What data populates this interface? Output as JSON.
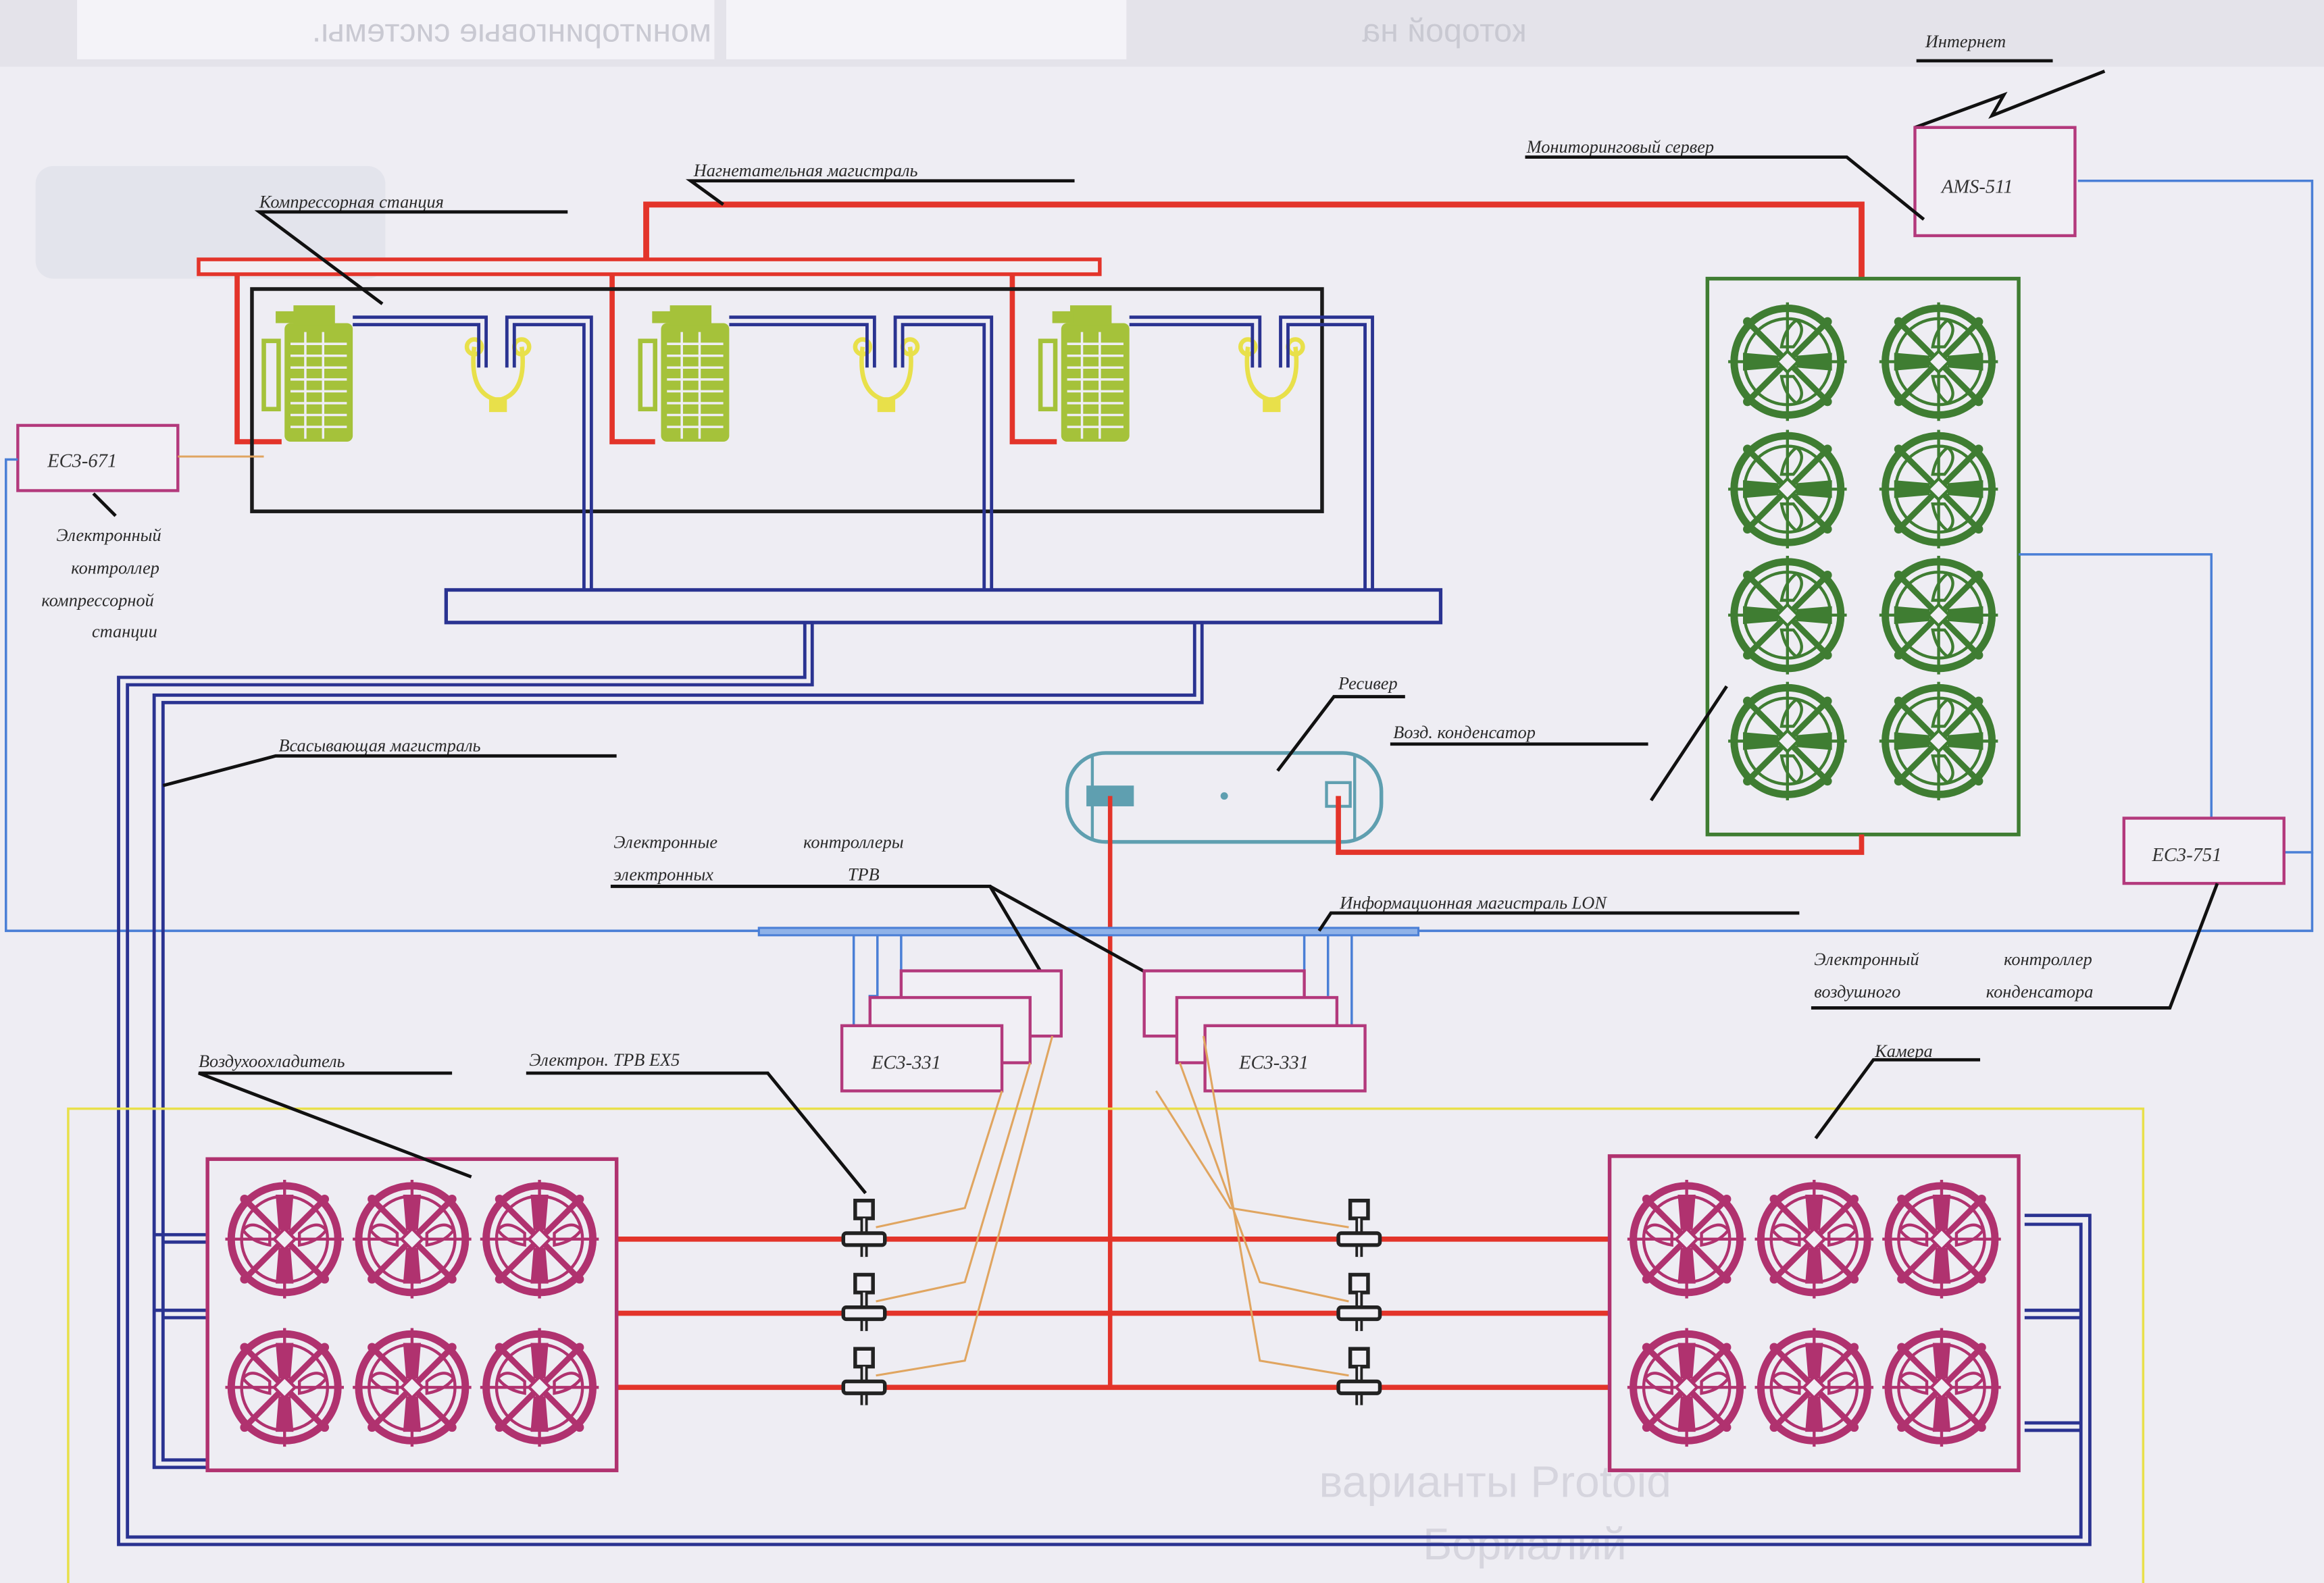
{
  "diagram": {
    "title": "Refrigeration system schematic with electronic controllers and monitoring",
    "background_text": {
      "line1": "мониторинговые системы.",
      "line2": "которой на",
      "bottom_band1": "варианты Protoid",
      "bottom_band2": "Бориалий"
    },
    "labels": {
      "internet": "Интернет",
      "monitoring_server": "Мониторинговый сервер",
      "ams": "AMS-511",
      "discharge_line": "Нагнетательная магистраль",
      "compressor_station": "Компрессорная станция",
      "ec3_671": "ЕС3-671",
      "compressor_controller_l1": "Электронный",
      "compressor_controller_l2": "контроллер",
      "compressor_controller_l3": "компрессорной",
      "compressor_controller_l4": "станции",
      "suction_line": "Всасывающая магистраль",
      "receiver": "Ресивер",
      "air_condenser": "Возд. конденсатор",
      "txv_controllers_l1a": "Электронные",
      "txv_controllers_l1b": "контроллеры",
      "txv_controllers_l2a": "электронных",
      "txv_controllers_l2b": "ТРВ",
      "lon_bus": "Информационная магистраль LON",
      "ec3_751": "ЕС3-751",
      "condenser_controller_l1a": "Электронный",
      "condenser_controller_l1b": "контроллер",
      "condenser_controller_l2a": "воздушного",
      "condenser_controller_l2b": "конденсатора",
      "air_cooler": "Воздухоохладитель",
      "txv_ex5": "Электрон. ТРВ EX5",
      "ec3_331_left": "ЕС3-331",
      "ec3_331_right": "ЕС3-331",
      "chamber": "Камера"
    },
    "components": {
      "compressors": 3,
      "condenser_fans": 8,
      "evaporators": [
        {
          "side": "left",
          "fans": 6
        },
        {
          "side": "right",
          "fans": 6
        }
      ],
      "expansion_valves_per_side": 3
    },
    "colors": {
      "discharge": "#e3342a",
      "suction": "#2a3391",
      "lon": "#4a7fd6",
      "controller_box": "#b3397c",
      "compressor": "#a5c23a",
      "condenser": "#3f7d32",
      "evaporator": "#b0326f",
      "chamber_outline": "#e8e04a",
      "receiver": "#5f9fb0",
      "signal_wire": "#e0a560"
    }
  }
}
